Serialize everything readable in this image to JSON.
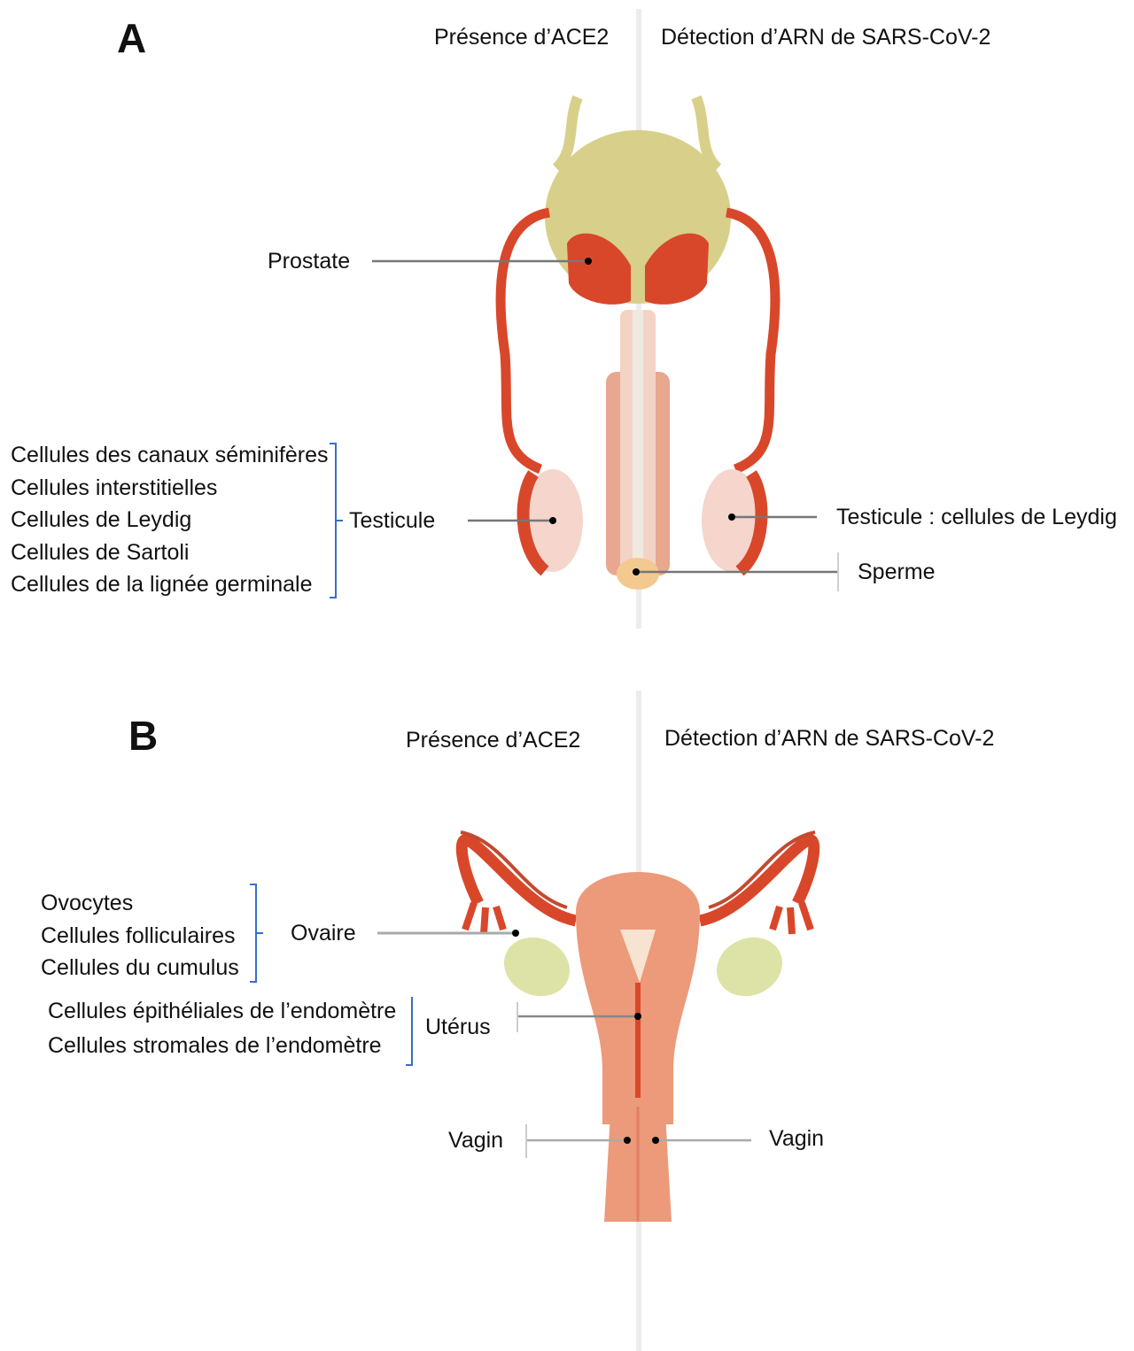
{
  "panel_a": {
    "letter": "A",
    "title_left": "Présence d’ACE2",
    "title_right": "Détection d’ARN de SARS-CoV-2",
    "prostate": "Prostate",
    "testicule": "Testicule",
    "testicule_cells": [
      "Cellules des canaux séminifères",
      "Cellules interstitielles",
      "Cellules de Leydig",
      "Cellules de Sartoli",
      "Cellules de la lignée germinale"
    ],
    "testicule_right": "Testicule : cellules de Leydig",
    "sperme": "Sperme"
  },
  "panel_b": {
    "letter": "B",
    "title_left": "Présence d’ACE2",
    "title_right": "Détection d’ARN de SARS-CoV-2",
    "ovaire": "Ovaire",
    "ovaire_cells": [
      "Ovocytes",
      "Cellules folliculaires",
      "Cellules du cumulus"
    ],
    "uterus": "Utérus",
    "uterus_cells": [
      "Cellules épithéliales de l’endomètre",
      "Cellules stromales de l’endomètre"
    ],
    "vagin_left": "Vagin",
    "vagin_right": "Vagin"
  },
  "colors": {
    "organ_red": "#d9472b",
    "organ_light": "#e8a78f",
    "bladder": "#d8d08a",
    "uterus": "#ec9a7a",
    "ovary": "#dde3a6",
    "bracket": "#3a6fc4",
    "leader": "#777777"
  }
}
